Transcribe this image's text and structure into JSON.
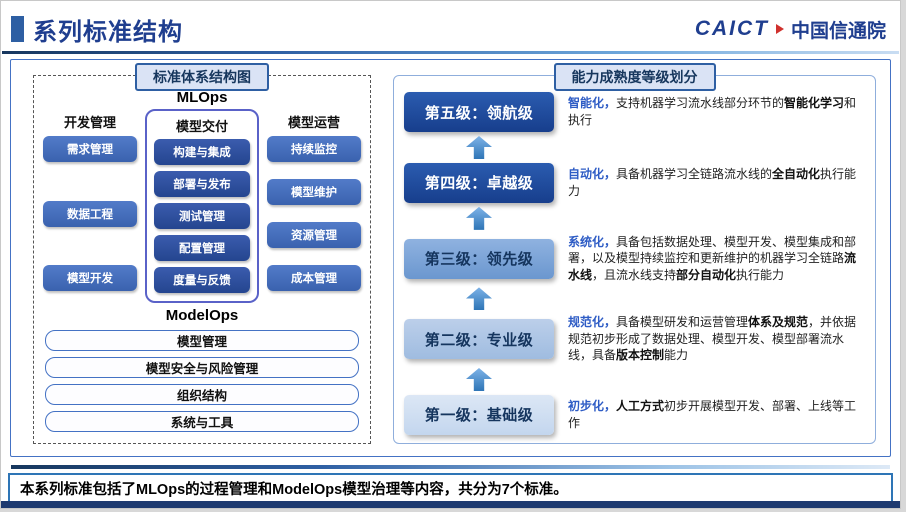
{
  "colors": {
    "title_navy": "#1F3E8F",
    "accent": "#2E5FA3",
    "panel_border": "#4472C4",
    "badge_bg": "#DAE3F5",
    "badge_border": "#2E5FA3",
    "chip_blue": "#3A62AE",
    "chip_dark": "#24458F",
    "delivery_border": "#5A62C8",
    "level_dark": "#173E8C",
    "level_mid": "#6B97CF",
    "level_light": "#9FBCE0",
    "level_lighter": "#C3D6EE",
    "keyword_blue": "#2E5CC5",
    "arrow_blue": "#2E75B6",
    "bottom_navy": "#1E3A70",
    "logo_red": "#D0312D"
  },
  "header": {
    "title": "系列标准结构",
    "logo": {
      "caict": "CAICT",
      "cn": "中国信通院"
    }
  },
  "left_panel": {
    "badge": "标准体系结构图",
    "mlops_label": "MLOps",
    "modelops_label": "ModelOps",
    "columns": [
      {
        "title": "开发管理",
        "items": [
          "需求管理",
          "数据工程",
          "模型开发"
        ]
      },
      {
        "title": "模型交付",
        "items": [
          "构建与集成",
          "部署与发布",
          "测试管理",
          "配置管理",
          "度量与反馈"
        ]
      },
      {
        "title": "模型运营",
        "items": [
          "持续监控",
          "模型维护",
          "资源管理",
          "成本管理"
        ]
      }
    ],
    "modelops_bars": [
      "模型管理",
      "模型安全与风险管理",
      "组织结构",
      "系统与工具"
    ]
  },
  "right_panel": {
    "badge": "能力成熟度等级划分",
    "levels": [
      {
        "label": "第五级：领航级",
        "segments": [
          {
            "t": "智能化，",
            "s": "keyword"
          },
          {
            "t": "支持机器学习流水线部分环节的",
            "s": "normal"
          },
          {
            "t": "智能化学习",
            "s": "bold"
          },
          {
            "t": "和执行",
            "s": "normal"
          }
        ]
      },
      {
        "label": "第四级：卓越级",
        "segments": [
          {
            "t": "自动化，",
            "s": "keyword"
          },
          {
            "t": "具备机器学习全链路流水线的",
            "s": "normal"
          },
          {
            "t": "全自动化",
            "s": "bold"
          },
          {
            "t": "执行能力",
            "s": "normal"
          }
        ]
      },
      {
        "label": "第三级：领先级",
        "segments": [
          {
            "t": "系统化，",
            "s": "keyword"
          },
          {
            "t": "具备包括数据处理、模型开发、模型集成和部署，以及模型持续监控和更新维护的机器学习全链路",
            "s": "normal"
          },
          {
            "t": "流水线",
            "s": "bold"
          },
          {
            "t": "，且流水线支持",
            "s": "normal"
          },
          {
            "t": "部分自动化",
            "s": "bold"
          },
          {
            "t": "执行能力",
            "s": "normal"
          }
        ]
      },
      {
        "label": "第二级：专业级",
        "segments": [
          {
            "t": "规范化，",
            "s": "keyword"
          },
          {
            "t": "具备模型研发和运营管理",
            "s": "normal"
          },
          {
            "t": "体系及规范",
            "s": "bold"
          },
          {
            "t": "，并依据规范初步形成了数据处理、模型开发、模型部署流水线，具备",
            "s": "normal"
          },
          {
            "t": "版本控制",
            "s": "bold"
          },
          {
            "t": "能力",
            "s": "normal"
          }
        ]
      },
      {
        "label": "第一级：基础级",
        "segments": [
          {
            "t": "初步化，",
            "s": "keyword"
          },
          {
            "t": "人工方式",
            "s": "bold"
          },
          {
            "t": "初步开展模型开发、部署、上线等工作",
            "s": "normal"
          }
        ]
      }
    ]
  },
  "footer": {
    "text": "本系列标准包括了MLOps的过程管理和ModelOps模型治理等内容，共分为7个标准。"
  }
}
